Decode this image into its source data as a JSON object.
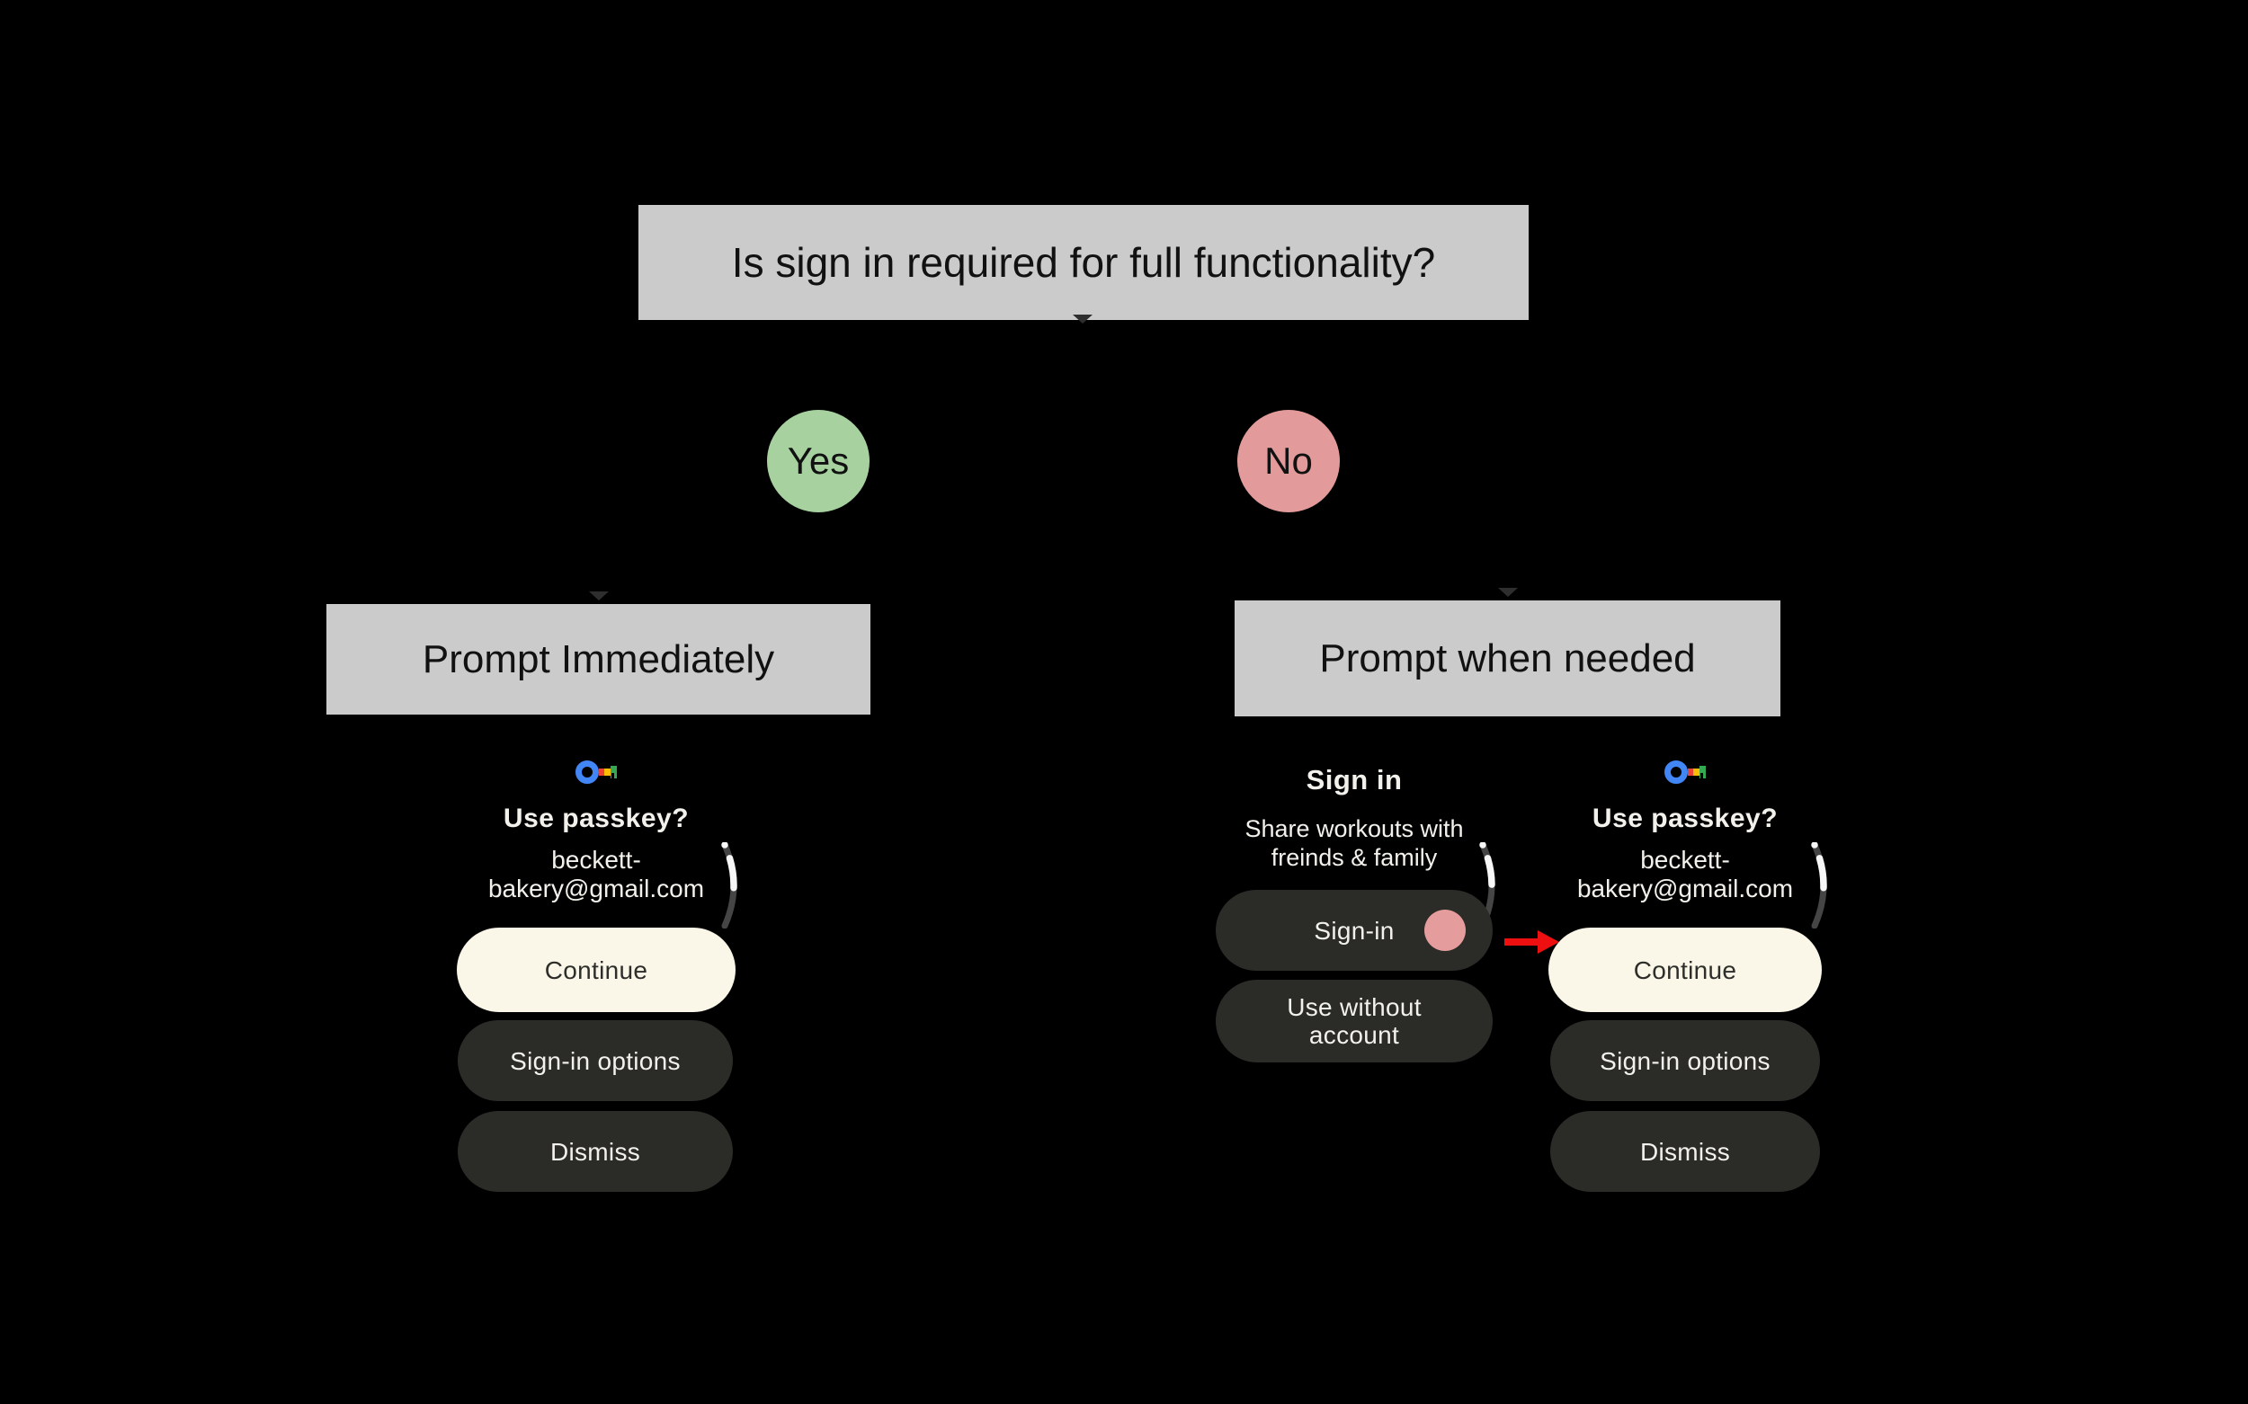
{
  "colors": {
    "background": "#000000",
    "node-gray": "#CBCBCB",
    "node-text": "#111111",
    "yes-green": "#A7D2A0",
    "no-pink": "#E29B9A",
    "watch-text": "#F3F1EB",
    "button-cream": "#FAF6E8",
    "button-cream-text": "#2E2E2A",
    "button-dark": "#2B2B28",
    "arrow-red": "#EE1010",
    "cursor-pink": "#E59C9C",
    "scroll-track": "#454545",
    "scroll-thumb": "#F7F7F7",
    "pk-blue": "#4285F4",
    "pk-red": "#EA4335",
    "pk-yellow": "#FBBC04",
    "pk-green": "#34A853"
  },
  "flowchart": {
    "title": "Is sign in required for full functionality?",
    "yes_label": "Yes",
    "no_label": "No",
    "left_branch_label": "Prompt Immediately",
    "right_branch_label": "Prompt when needed"
  },
  "watch_left": {
    "icon": "passkey-icon",
    "title": "Use passkey?",
    "email_line1": "beckett-",
    "email_line2": "bakery@gmail.com",
    "buttons": {
      "continue": "Continue",
      "sign_in_options": "Sign-in options",
      "dismiss": "Dismiss"
    }
  },
  "watch_middle": {
    "title": "Sign in",
    "subtitle_line1": "Share workouts with",
    "subtitle_line2": "freinds & family",
    "buttons": {
      "sign_in": "Sign-in",
      "use_without_line1": "Use without",
      "use_without_line2": "account"
    }
  },
  "watch_right": {
    "icon": "passkey-icon",
    "title": "Use passkey?",
    "email_line1": "beckett-",
    "email_line2": "bakery@gmail.com",
    "buttons": {
      "continue": "Continue",
      "sign_in_options": "Sign-in options",
      "dismiss": "Dismiss"
    }
  }
}
